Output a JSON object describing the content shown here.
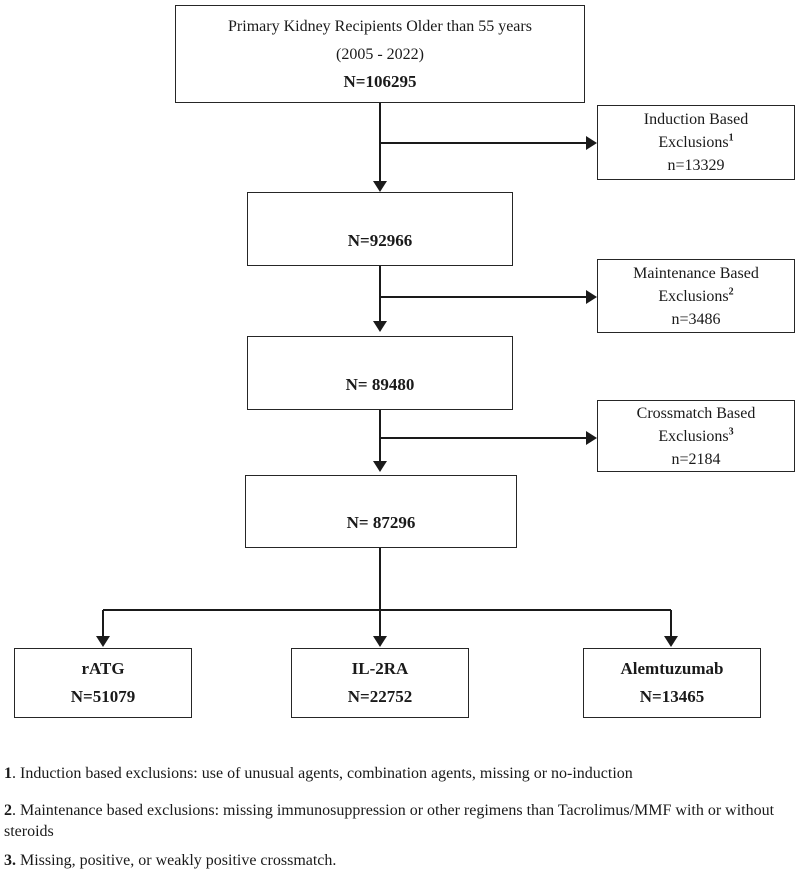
{
  "figure": {
    "type": "study-flow-diagram",
    "colors": {
      "ink": "#1a1a1a",
      "background": "#ffffff"
    },
    "top_box": {
      "line1": "Primary Kidney Recipients Older than 55 years",
      "line2": "(2005 - 2022)",
      "n": "N=106295"
    },
    "exclusions": [
      {
        "line1": "Induction Based",
        "line2": "Exclusions",
        "sup": "1",
        "n": "n=13329"
      },
      {
        "line1": "Maintenance Based",
        "line2": "Exclusions",
        "sup": "2",
        "n": "n=3486"
      },
      {
        "line1": "Crossmatch Based",
        "line2": "Exclusions",
        "sup": "3",
        "n": "n=2184"
      }
    ],
    "cohorts": [
      {
        "n": "N=92966"
      },
      {
        "n": "N= 89480"
      },
      {
        "n": "N= 87296"
      }
    ],
    "arms": [
      {
        "label": "rATG",
        "n": "N=51079"
      },
      {
        "label": "IL-2RA",
        "n": "N=22752"
      },
      {
        "label": "Alemtuzumab",
        "n": "N=13465"
      }
    ],
    "footnotes": [
      {
        "num": "1",
        "text": ". Induction based exclusions: use of unusual agents, combination agents, missing or no-induction"
      },
      {
        "num": "2",
        "text": ". Maintenance based exclusions: missing immunosuppression or other regimens than Tacrolimus/MMF with or without steroids"
      },
      {
        "num": "3.",
        "text": " Missing, positive, or weakly positive crossmatch."
      }
    ]
  }
}
